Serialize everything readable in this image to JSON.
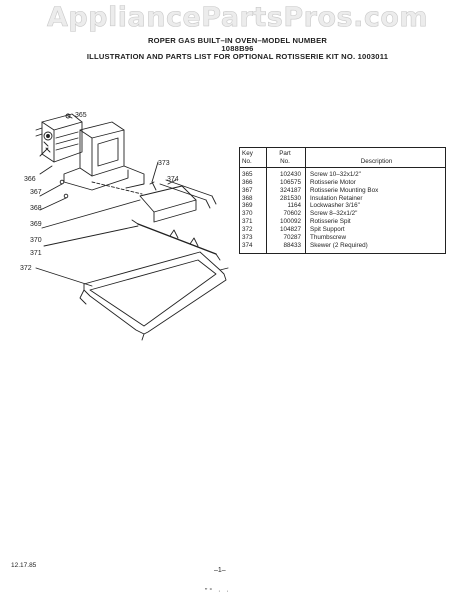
{
  "watermark": "AppliancePartsPros.com",
  "header": {
    "line1": "ROPER GAS BUILT–IN OVEN–MODEL NUMBER",
    "line2": "1088B96",
    "line3": "ILLUSTRATION AND PARTS LIST FOR OPTIONAL ROTISSERIE KIT NO. 1003011"
  },
  "callouts": {
    "c365": "365",
    "c373": "373",
    "c374": "374",
    "c366": "366",
    "c367": "367",
    "c368": "368",
    "c369": "369",
    "c370": "370",
    "c371": "371",
    "c372": "372"
  },
  "parts_table": {
    "headers": {
      "key_line1": "Key",
      "key_line2": "No.",
      "part_line1": "Part",
      "part_line2": "No.",
      "description": "Description"
    },
    "rows": [
      {
        "key": "365",
        "part": "102430",
        "desc": "Screw 10–32x1/2\""
      },
      {
        "key": "366",
        "part": "106575",
        "desc": "Rotisserie Motor"
      },
      {
        "key": "367",
        "part": "324187",
        "desc": "Rotisserie Mounting Box"
      },
      {
        "key": "368",
        "part": "281530",
        "desc": "Insulation Retainer"
      },
      {
        "key": "369",
        "part": "1164",
        "desc": "Lockwasher 3/16\""
      },
      {
        "key": "370",
        "part": "70602",
        "desc": "Screw 8–32x1/2\""
      },
      {
        "key": "371",
        "part": "100092",
        "desc": "Rotisserie Spit"
      },
      {
        "key": "372",
        "part": "104827",
        "desc": "Spit Support"
      },
      {
        "key": "373",
        "part": "70287",
        "desc": "Thumbscrew"
      },
      {
        "key": "374",
        "part": "88433",
        "desc": "Skewer (2 Required)"
      }
    ]
  },
  "footer": {
    "date": "12.17.85",
    "page": "–1–",
    "marks": "”° · ·"
  }
}
